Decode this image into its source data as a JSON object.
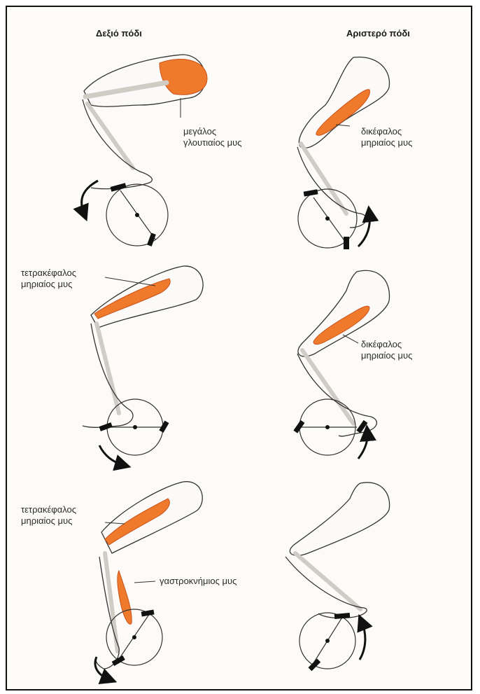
{
  "columns": {
    "right_leg": "Δεξιό πόδι",
    "left_leg": "Αριστερό πόδι"
  },
  "labels": {
    "p1": [
      "μεγάλος",
      "γλουτιαίος μυς"
    ],
    "p2": [
      "δικέφαλος",
      "μηριαίος μυς"
    ],
    "p3": [
      "τετρακέφαλος",
      "μηριαίος μυς"
    ],
    "p4": [
      "δικέφαλος",
      "μηριαίος μυς"
    ],
    "p5": [
      "τετρακέφαλος",
      "μηριαίος μυς"
    ],
    "p5b": "γαστροκνήμιος μυς"
  },
  "colors": {
    "muscle": "#f07a2c",
    "muscle_edge": "#d4561a",
    "bone": "#e8e6e2",
    "outline": "#3a3a3a",
    "pedal": "#111111"
  }
}
